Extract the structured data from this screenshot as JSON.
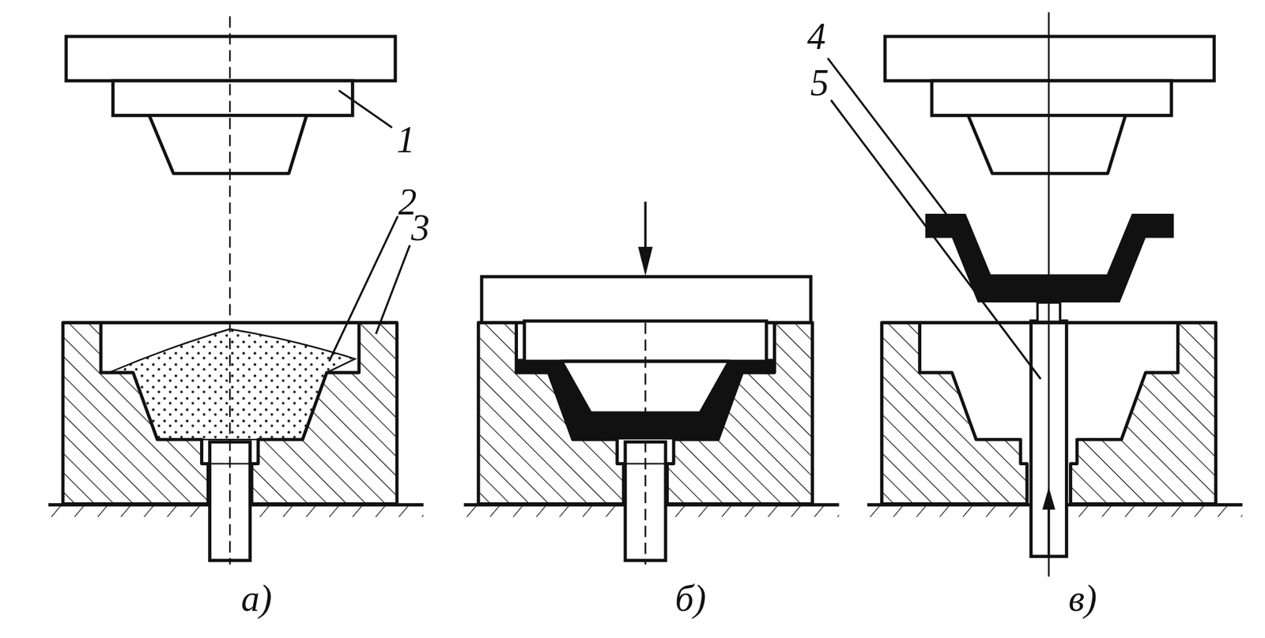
{
  "diagram": {
    "labels": [
      "1",
      "2",
      "3",
      "4",
      "5",
      "а)",
      "б)",
      "в)"
    ]
  }
}
